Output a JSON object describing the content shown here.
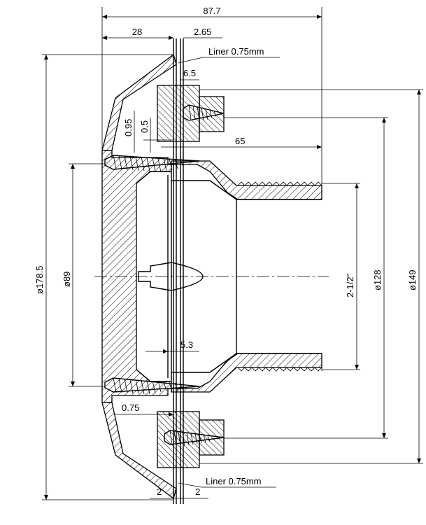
{
  "dimensions": {
    "overall_depth": "87.7",
    "flange_depth": "28",
    "liner_offset": "2.65",
    "liner_top": "Liner  0.75mm",
    "gap_6_5": "6.5",
    "dim_0_95": "0.95",
    "dim_0_5": "0.5",
    "dim_65": "65",
    "dia_178_5": "ø178.5",
    "dia_89": "ø89",
    "thread_size": "2-1/2\"",
    "dia_128": "ø128",
    "dia_149": "ø149",
    "dim_5_3": "5.3",
    "dim_0_75": "0.75",
    "liner_bottom": "Liner  0.75mm",
    "gasket_left": "2",
    "gasket_right": "2"
  }
}
